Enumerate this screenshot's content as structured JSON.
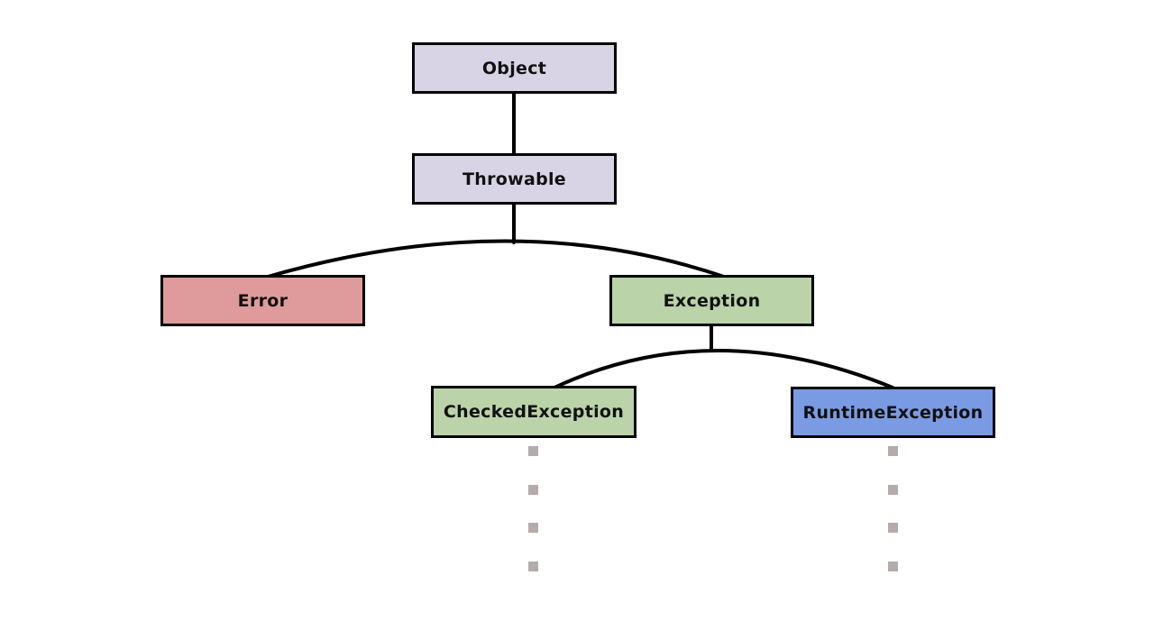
{
  "diagram": {
    "type": "tree",
    "stroke_color": "#000000",
    "background": "#ffffff",
    "nodes": [
      {
        "id": "object",
        "label": "Object",
        "fill": "#d8d4e6"
      },
      {
        "id": "throwable",
        "label": "Throwable",
        "fill": "#d8d4e6"
      },
      {
        "id": "error",
        "label": "Error",
        "fill": "#df9b9b"
      },
      {
        "id": "exception",
        "label": "Exception",
        "fill": "#bad3a8"
      },
      {
        "id": "checked_exception",
        "label": "CheckedException",
        "fill": "#bad3a8"
      },
      {
        "id": "runtime_exception",
        "label": "RuntimeException",
        "fill": "#7a9be4"
      }
    ],
    "edges": [
      {
        "from": "object",
        "to": "throwable"
      },
      {
        "from": "throwable",
        "to": "error"
      },
      {
        "from": "throwable",
        "to": "exception"
      },
      {
        "from": "exception",
        "to": "checked_exception"
      },
      {
        "from": "exception",
        "to": "runtime_exception"
      }
    ],
    "continuation_dots": {
      "color": "#b4abab",
      "columns": [
        {
          "under": "checked_exception",
          "count": 4
        },
        {
          "under": "runtime_exception",
          "count": 4
        }
      ]
    }
  }
}
